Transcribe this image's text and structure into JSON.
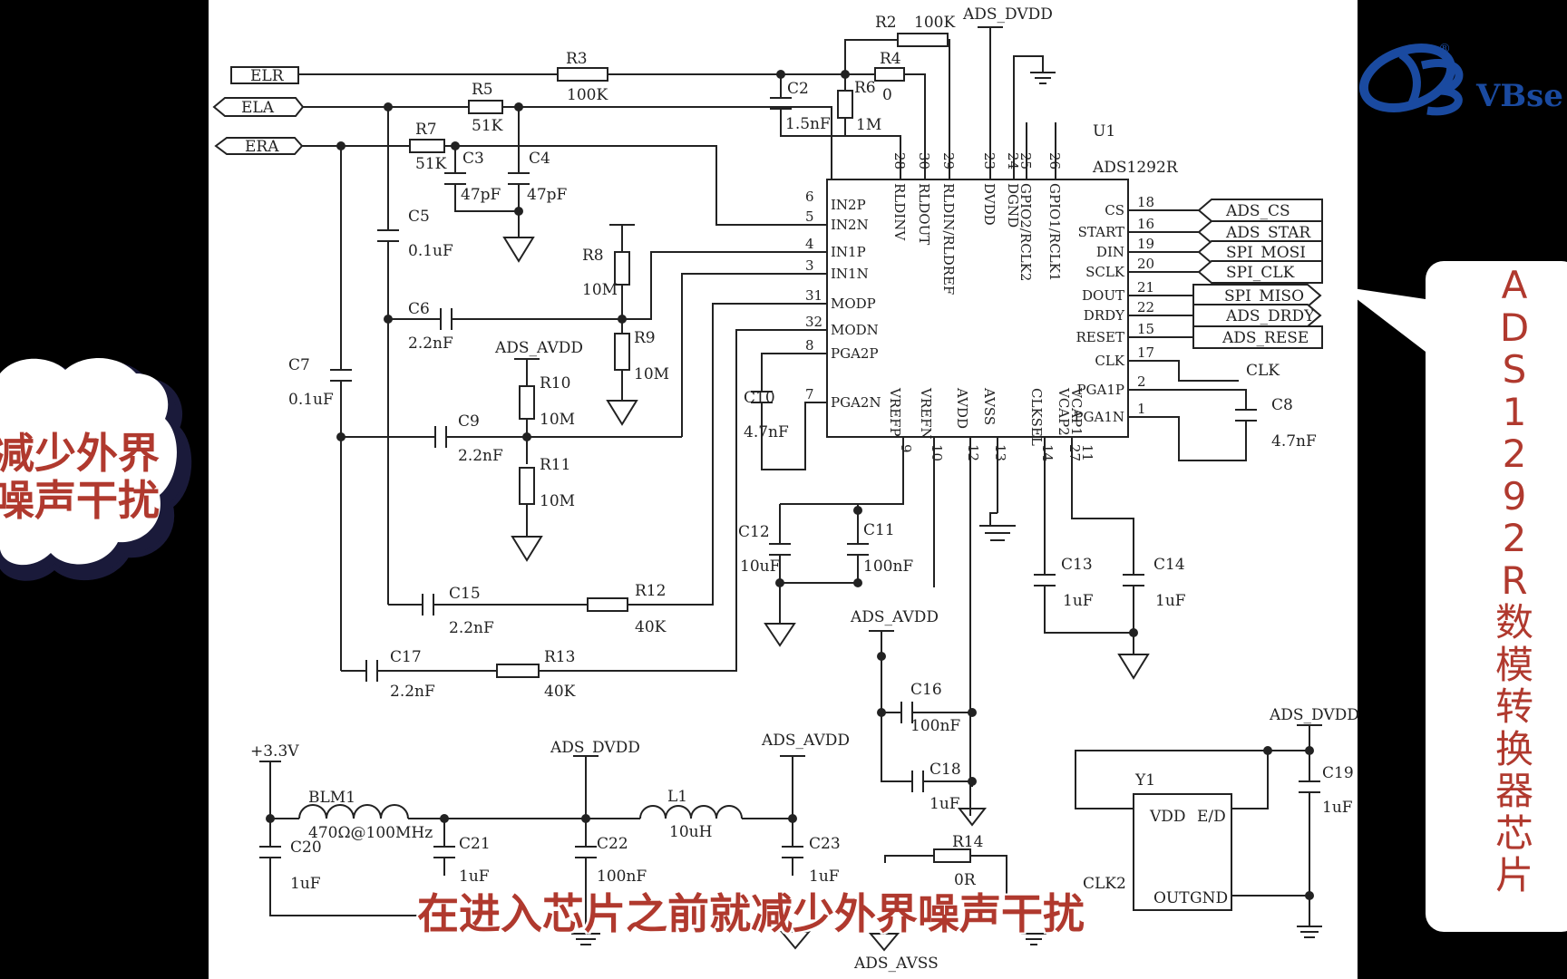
{
  "caption": "在进入芯片之前就减少外界噪声干扰",
  "cloud_note": {
    "line1": "减少外界",
    "line2": "噪声干扰"
  },
  "callout_text": [
    "A",
    "D",
    "S",
    "1",
    "2",
    "9",
    "2",
    "R",
    "数",
    "模",
    "转",
    "换",
    "器",
    "芯",
    "片"
  ],
  "logo": {
    "brand": "VBse",
    "registered": "®"
  },
  "chip": {
    "ref": "U1",
    "part": "ADS1292R",
    "left_pins": [
      {
        "num": "6",
        "name": "IN2P"
      },
      {
        "num": "5",
        "name": "IN2N"
      },
      {
        "num": "4",
        "name": "IN1P"
      },
      {
        "num": "3",
        "name": "IN1N"
      },
      {
        "num": "31",
        "name": "MODP"
      },
      {
        "num": "32",
        "name": "MODN"
      },
      {
        "num": "8",
        "name": "PGA2P"
      },
      {
        "num": "7",
        "name": "PGA2N"
      }
    ],
    "right_pins": [
      {
        "num": "18",
        "name": "CS"
      },
      {
        "num": "16",
        "name": "START"
      },
      {
        "num": "19",
        "name": "DIN"
      },
      {
        "num": "20",
        "name": "SCLK"
      },
      {
        "num": "21",
        "name": "DOUT"
      },
      {
        "num": "22",
        "name": "DRDY"
      },
      {
        "num": "15",
        "name": "RESET"
      },
      {
        "num": "17",
        "name": "CLK"
      },
      {
        "num": "2",
        "name": "PGA1P"
      },
      {
        "num": "1",
        "name": "PGA1N"
      }
    ],
    "top_pins": [
      {
        "num": "28",
        "name": "RLDINV"
      },
      {
        "num": "30",
        "name": "RLDOUT"
      },
      {
        "num": "29",
        "name": "RLDIN/RLDREF"
      },
      {
        "num": "23",
        "name": "DVDD"
      },
      {
        "num": "24",
        "name": "DGND"
      },
      {
        "num": "25",
        "name": "GPIO2/RCLK2"
      },
      {
        "num": "26",
        "name": "GPIO1/RCLK1"
      }
    ],
    "bottom_pins": [
      {
        "num": "9",
        "name": "VREFP"
      },
      {
        "num": "10",
        "name": "VREFN"
      },
      {
        "num": "12",
        "name": "AVDD"
      },
      {
        "num": "13",
        "name": "AVSS"
      },
      {
        "num": "14",
        "name": "CLKSEL"
      },
      {
        "num": "27",
        "name": "VCAP2"
      },
      {
        "num": "11",
        "name": "VCAP1"
      }
    ]
  },
  "signals": [
    "ADS_CS",
    "ADS_STAR",
    "SPI_MOSI",
    "SPI_CLK",
    "SPI_MISO",
    "ADS_DRDY",
    "ADS_RESE"
  ],
  "clk_net": "CLK",
  "inputs": [
    "ELR",
    "ELA",
    "ERA"
  ],
  "components": {
    "R2": {
      "ref": "R2",
      "value": "100K"
    },
    "R3": {
      "ref": "R3",
      "value": "100K"
    },
    "R4": {
      "ref": "R4",
      "value": "0"
    },
    "R5": {
      "ref": "R5",
      "value": "51K"
    },
    "R6": {
      "ref": "R6",
      "value": "1M"
    },
    "R7": {
      "ref": "R7",
      "value": "51K"
    },
    "R8": {
      "ref": "R8",
      "value": "10M"
    },
    "R9": {
      "ref": "R9",
      "value": "10M"
    },
    "R10": {
      "ref": "R10",
      "value": "10M"
    },
    "R11": {
      "ref": "R11",
      "value": "10M"
    },
    "R12": {
      "ref": "R12",
      "value": "40K"
    },
    "R13": {
      "ref": "R13",
      "value": "40K"
    },
    "R14": {
      "ref": "R14",
      "value": "0R"
    },
    "C2": {
      "ref": "C2",
      "value": "1.5nF"
    },
    "C3": {
      "ref": "C3",
      "value": "47pF"
    },
    "C4": {
      "ref": "C4",
      "value": "47pF"
    },
    "C5": {
      "ref": "C5",
      "value": "0.1uF"
    },
    "C6": {
      "ref": "C6",
      "value": "2.2nF"
    },
    "C7": {
      "ref": "C7",
      "value": "0.1uF"
    },
    "C8": {
      "ref": "C8",
      "value": "4.7nF"
    },
    "C9": {
      "ref": "C9",
      "value": "2.2nF"
    },
    "C10": {
      "ref": "C10",
      "value": "4.7nF"
    },
    "C11": {
      "ref": "C11",
      "value": "100nF"
    },
    "C12": {
      "ref": "C12",
      "value": "10uF"
    },
    "C13": {
      "ref": "C13",
      "value": "1uF"
    },
    "C14": {
      "ref": "C14",
      "value": "1uF"
    },
    "C15": {
      "ref": "C15",
      "value": "2.2nF"
    },
    "C16": {
      "ref": "C16",
      "value": "100nF"
    },
    "C17": {
      "ref": "C17",
      "value": "2.2nF"
    },
    "C18": {
      "ref": "C18",
      "value": "1uF"
    },
    "C19": {
      "ref": "C19",
      "value": "1uF"
    },
    "C20": {
      "ref": "C20",
      "value": "1uF"
    },
    "C21": {
      "ref": "C21",
      "value": "1uF"
    },
    "C22": {
      "ref": "C22",
      "value": "100nF"
    },
    "C23": {
      "ref": "C23",
      "value": "1uF"
    },
    "BLM1": {
      "ref": "BLM1",
      "value": "470Ω@100MHz"
    },
    "L1": {
      "ref": "L1",
      "value": "10uH"
    },
    "Y1": {
      "ref": "Y1",
      "pin_vdd": "VDD",
      "pin_ed": "E/D",
      "pin_out": "OUT",
      "pin_gnd": "GND"
    }
  },
  "power_labels": {
    "dvdd": "ADS_DVDD",
    "avdd": "ADS_AVDD",
    "avss": "ADS_AVSS",
    "v33": "+3.3V",
    "clk2": "CLK2"
  }
}
